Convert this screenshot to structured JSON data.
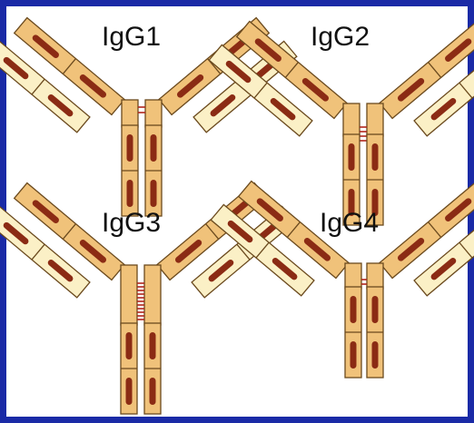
{
  "diagram": {
    "subclasses": [
      {
        "label": "IgG1",
        "hinge_bonds": 2,
        "hinge_length": "short"
      },
      {
        "label": "IgG2",
        "hinge_bonds": 4,
        "hinge_length": "short"
      },
      {
        "label": "IgG3",
        "hinge_bonds": 11,
        "hinge_length": "long"
      },
      {
        "label": "IgG4",
        "hinge_bonds": 2,
        "hinge_length": "short"
      }
    ],
    "colors": {
      "border": "#1a2aa6",
      "heavy_chain": "#f0c27a",
      "light_chain": "#fbf0c6",
      "outline": "#6b4a1e",
      "domain_loop": "#8b2b14",
      "disulfide": "#b0241a"
    }
  }
}
